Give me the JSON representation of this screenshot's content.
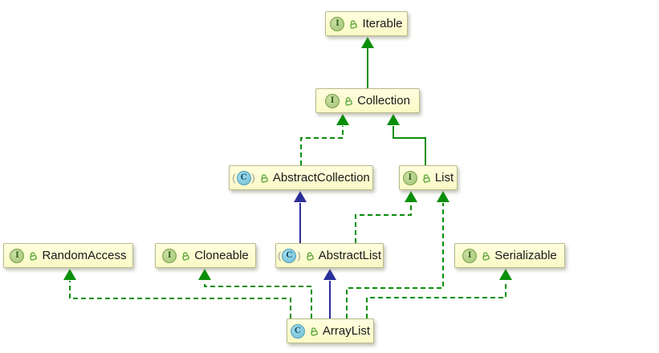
{
  "diagram": {
    "kind": "uml-class-diagram",
    "colors": {
      "edge_green": "#0a8f0a",
      "edge_blue": "#2b2f99",
      "node_fill": "#fcfcce",
      "node_border": "#b9b98f",
      "interface_badge": "#a3c474",
      "class_badge": "#6fc0d8"
    },
    "nodes": [
      {
        "id": "iterable",
        "label": "Iterable",
        "kind": "interface",
        "icon": "I"
      },
      {
        "id": "collection",
        "label": "Collection",
        "kind": "interface",
        "icon": "I"
      },
      {
        "id": "abstractcollection",
        "label": "AbstractCollection",
        "kind": "abstract-class",
        "icon": "C"
      },
      {
        "id": "list",
        "label": "List",
        "kind": "interface",
        "icon": "I"
      },
      {
        "id": "randomaccess",
        "label": "RandomAccess",
        "kind": "interface",
        "icon": "I"
      },
      {
        "id": "cloneable",
        "label": "Cloneable",
        "kind": "interface",
        "icon": "I"
      },
      {
        "id": "abstractlist",
        "label": "AbstractList",
        "kind": "abstract-class",
        "icon": "C"
      },
      {
        "id": "serializable",
        "label": "Serializable",
        "kind": "interface",
        "icon": "I"
      },
      {
        "id": "arraylist",
        "label": "ArrayList",
        "kind": "class",
        "icon": "C"
      }
    ],
    "edges": [
      {
        "from": "Collection",
        "to": "Iterable",
        "relation": "extends",
        "line": "solid",
        "color": "green"
      },
      {
        "from": "AbstractCollection",
        "to": "Collection",
        "relation": "implements",
        "line": "dashed",
        "color": "green"
      },
      {
        "from": "List",
        "to": "Collection",
        "relation": "extends",
        "line": "solid",
        "color": "green"
      },
      {
        "from": "AbstractList",
        "to": "AbstractCollection",
        "relation": "extends",
        "line": "solid",
        "color": "blue"
      },
      {
        "from": "AbstractList",
        "to": "List",
        "relation": "implements",
        "line": "dashed",
        "color": "green"
      },
      {
        "from": "ArrayList",
        "to": "AbstractList",
        "relation": "extends",
        "line": "solid",
        "color": "blue"
      },
      {
        "from": "ArrayList",
        "to": "RandomAccess",
        "relation": "implements",
        "line": "dashed",
        "color": "green"
      },
      {
        "from": "ArrayList",
        "to": "Cloneable",
        "relation": "implements",
        "line": "dashed",
        "color": "green"
      },
      {
        "from": "ArrayList",
        "to": "List",
        "relation": "implements",
        "line": "dashed",
        "color": "green"
      },
      {
        "from": "ArrayList",
        "to": "Serializable",
        "relation": "implements",
        "line": "dashed",
        "color": "green"
      }
    ]
  }
}
